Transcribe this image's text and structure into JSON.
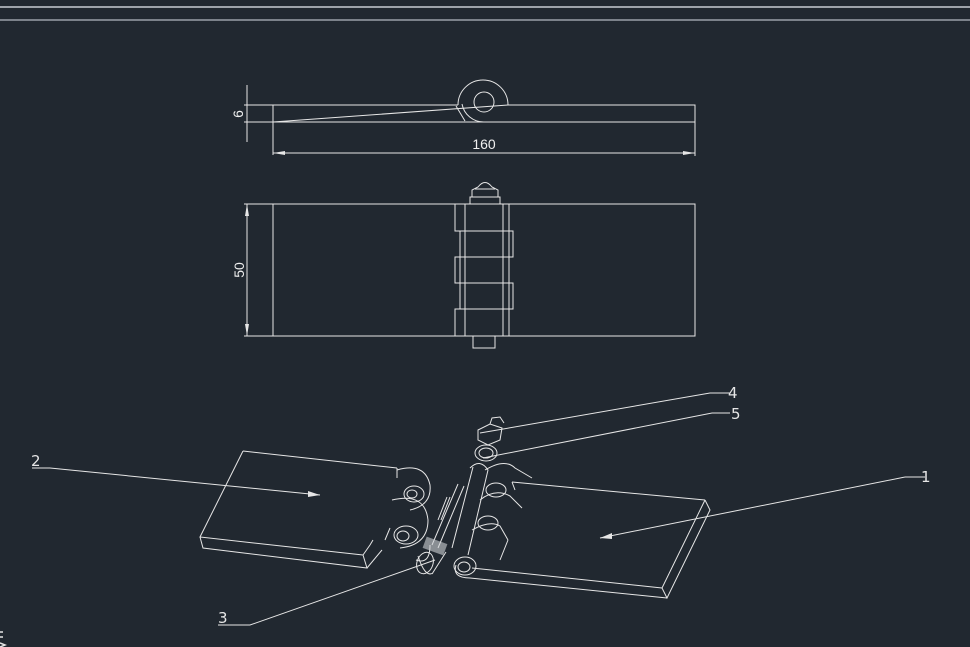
{
  "colors": {
    "background": "#212830",
    "line": "#e6e6e6"
  },
  "drawing": {
    "dimensions": {
      "thickness": "6",
      "length": "160",
      "width": "50"
    },
    "part_labels": [
      "1",
      "2",
      "3",
      "4",
      "5"
    ]
  }
}
